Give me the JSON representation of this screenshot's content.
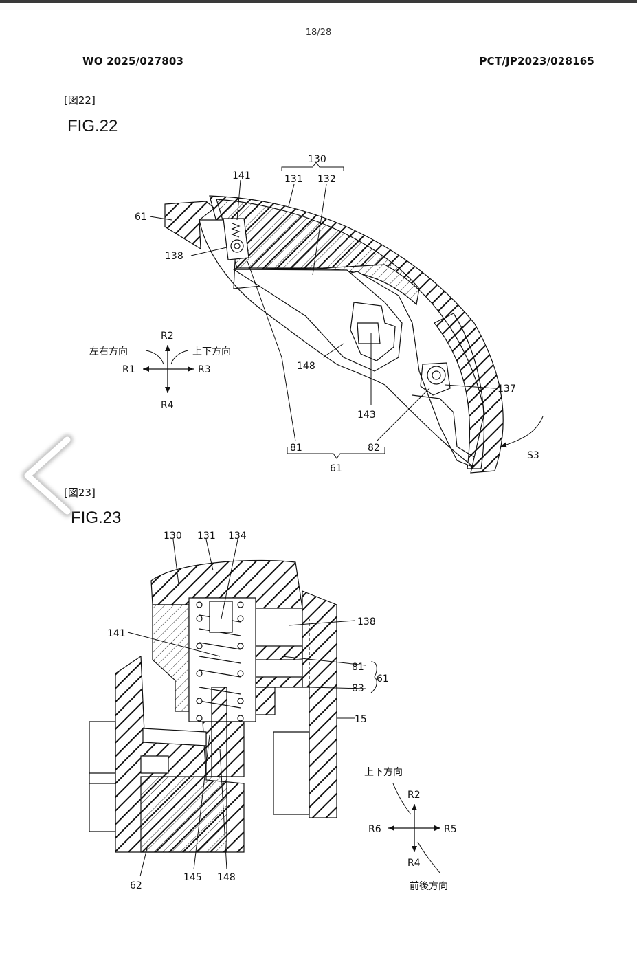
{
  "page_number": "18/28",
  "header": {
    "pub_number": "WO 2025/027803",
    "app_number": "PCT/JP2023/028165"
  },
  "fig22": {
    "tag": "[図22]",
    "title": "FIG.22",
    "labels": {
      "l130": "130",
      "l131": "131",
      "l132": "132",
      "l141": "141",
      "l61a": "61",
      "l138": "138",
      "l148": "148",
      "l143": "143",
      "l137": "137",
      "l81": "81",
      "l82": "82",
      "l61b": "61",
      "lS3": "S3"
    },
    "directions": {
      "left_right": "左右方向",
      "up_down": "上下方向",
      "r1": "R1",
      "r2": "R2",
      "r3": "R3",
      "r4": "R4"
    }
  },
  "fig23": {
    "tag": "[図23]",
    "title": "FIG.23",
    "labels": {
      "l130": "130",
      "l131": "131",
      "l134": "134",
      "l141": "141",
      "l138": "138",
      "l81": "81",
      "l83": "83",
      "l61": "61",
      "l15": "15",
      "l62": "62",
      "l145": "145",
      "l148": "148"
    },
    "directions": {
      "up_down": "上下方向",
      "front_back": "前後方向",
      "r2": "R2",
      "r4": "R4",
      "r5": "R5",
      "r6": "R6"
    }
  },
  "nav": {
    "prev_icon": "chevron-left-icon"
  }
}
